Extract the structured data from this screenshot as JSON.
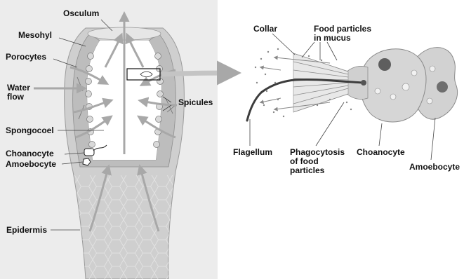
{
  "left_panel": {
    "labels": {
      "osculum": "Osculum",
      "mesohyl": "Mesohyl",
      "porocytes": "Porocytes",
      "water_flow": "Water\nflow",
      "spicules": "Spicules",
      "spongocoel": "Spongocoel",
      "choanocyte": "Choanocyte",
      "amoebocyte": "Amoebocyte",
      "epidermis": "Epidermis"
    }
  },
  "right_panel": {
    "labels": {
      "collar": "Collar",
      "food_particles": "Food particles\nin mucus",
      "flagellum": "Flagellum",
      "phagocytosis": "Phagocytosis\nof food\nparticles",
      "choanocyte": "Choanocyte",
      "amoebocyte": "Amoebocyte"
    }
  },
  "colors": {
    "panel_bg": "#ececec",
    "body_wall": "#c9c9c9",
    "cavity": "#ffffff",
    "arrow": "#a8a8a8",
    "cell": "#d4d4d4",
    "label_text": "#111111"
  }
}
